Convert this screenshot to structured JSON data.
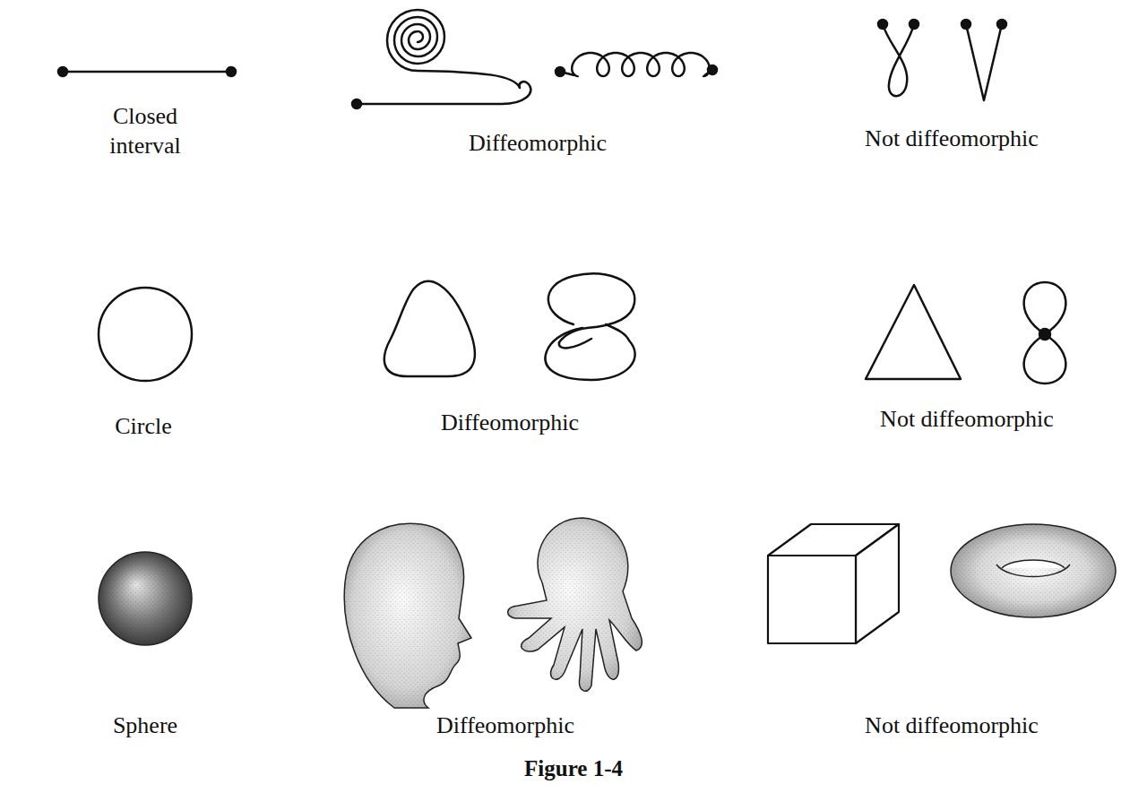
{
  "diagram": {
    "caption": "Figure 1-4",
    "labels": [
      "Closed interval",
      "Diffeomorphic",
      "Not diffeomorphic",
      "Circle",
      "Diffeomorphic",
      "Not diffeomorphic",
      "Sphere",
      "Diffeomorphic",
      "Not diffeomorphic"
    ]
  }
}
